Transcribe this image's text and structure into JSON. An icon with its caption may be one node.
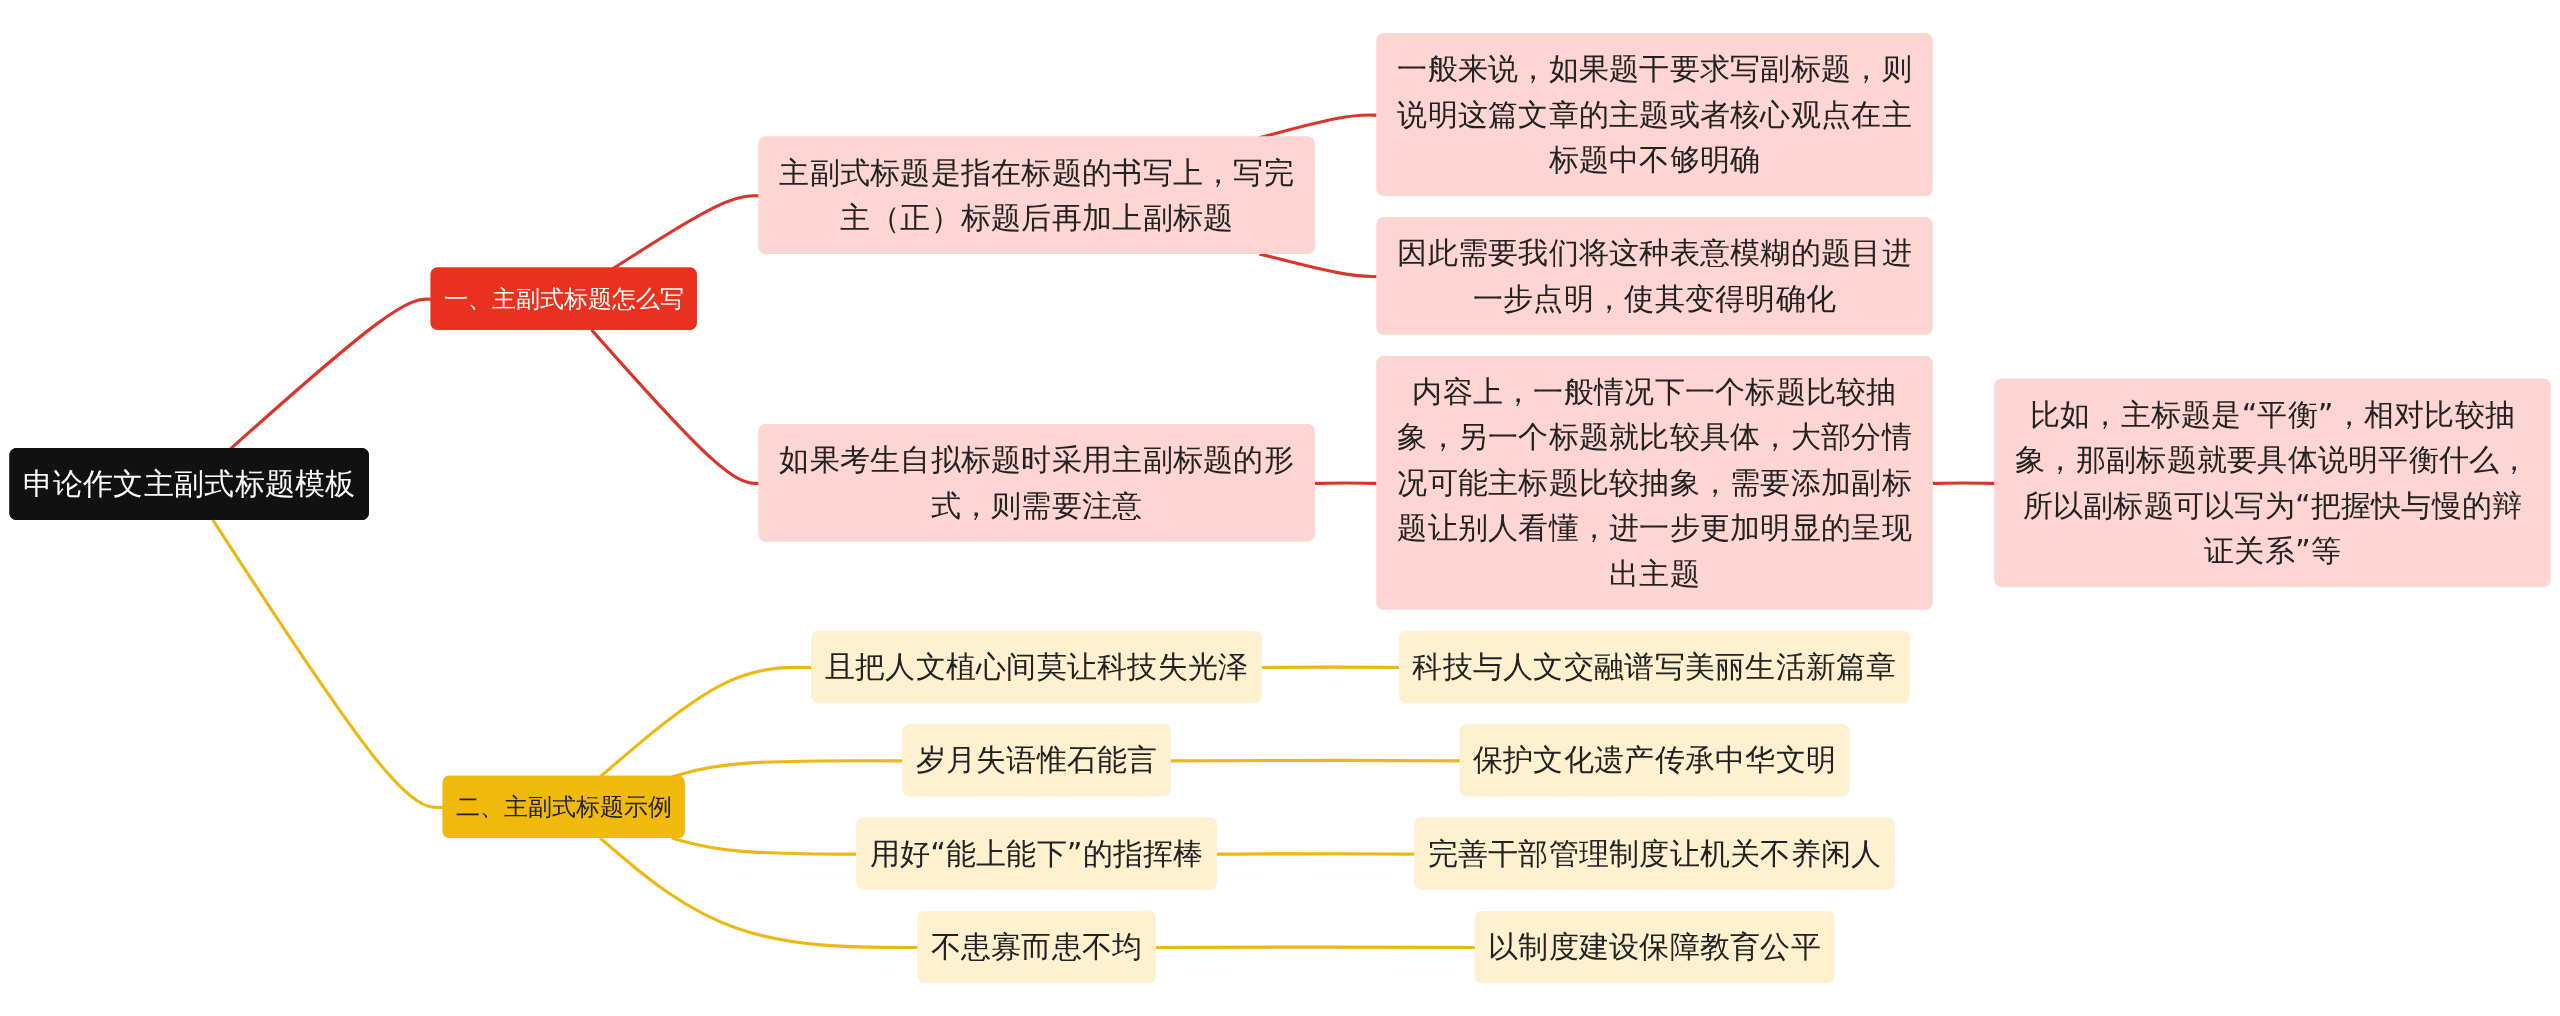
{
  "diagram": {
    "nodes": [
      {
        "text": [
          "申论作文主副式标题模板"
        ]
      },
      {
        "text": [
          "一、主副式标题怎么写"
        ]
      },
      {
        "text": [
          "主副式标题是指在标题的书写上，写完主（正）标题后再加上副标题"
        ]
      },
      {
        "text": [
          "一般来说，如果题干要求写副标题，则说明这篇文章的主题或者核心观点在主标题中不够明确"
        ]
      },
      {
        "text": [
          "因此需要我们将这种表意模糊的题目进一步点明，使其变得明确化"
        ]
      },
      {
        "text": [
          "如果考生自拟标题时采用主副标题的形式，则需要注意"
        ]
      },
      {
        "text": [
          "内容上，一般情况下一个标题比较抽象，另一个标题就比较具体，大部分情况可能主标题比较抽象，需要添加副标题让别人看懂，进一步更加明显的呈现出主题"
        ]
      },
      {
        "text": [
          "比如，主标题是“平衡”，相对比较抽象，那副标题就要具体说明平衡什么，所以副标题可以写为“把握快与慢的辩证关系”等"
        ]
      },
      {
        "text": [
          "二、主副式标题示例"
        ]
      },
      {
        "text": [
          "且把人文植心间莫让科技失光泽"
        ]
      },
      {
        "text": [
          "科技与人文交融谱写美丽生活新篇章"
        ]
      },
      {
        "text": [
          "岁月失语惟石能言"
        ]
      },
      {
        "text": [
          "保护文化遗产传承中华文明"
        ]
      },
      {
        "text": [
          "用好“能上能下”的指挥棒"
        ]
      },
      {
        "text": [
          "完善干部管理制度让机关不养闲人"
        ]
      },
      {
        "text": [
          "不患寡而患不均"
        ]
      },
      {
        "text": [
          "以制度建设保障教育公平"
        ]
      }
    ],
    "edges": [
      {
        "from": 0,
        "to": 1,
        "arrow": "none",
        "color": "#d9362b"
      },
      {
        "from": 1,
        "to": 2,
        "arrow": "none",
        "color": "#d9362b"
      },
      {
        "from": 2,
        "to": 3,
        "arrow": "none",
        "color": "#d9362b"
      },
      {
        "from": 2,
        "to": 4,
        "arrow": "none",
        "color": "#d9362b"
      },
      {
        "from": 1,
        "to": 5,
        "arrow": "none",
        "color": "#d9362b"
      },
      {
        "from": 5,
        "to": 6,
        "arrow": "none",
        "color": "#d9362b"
      },
      {
        "from": 6,
        "to": 7,
        "arrow": "none",
        "color": "#d9362b"
      },
      {
        "from": 0,
        "to": 8,
        "arrow": "none"
      },
      {
        "from": 8,
        "to": 9,
        "arrow": "none"
      },
      {
        "from": 9,
        "to": 10,
        "arrow": "none"
      },
      {
        "from": 8,
        "to": 11,
        "arrow": "none"
      },
      {
        "from": 11,
        "to": 12,
        "arrow": "none"
      },
      {
        "from": 8,
        "to": 13,
        "arrow": "none"
      },
      {
        "from": 13,
        "to": 14,
        "arrow": "none"
      },
      {
        "from": 8,
        "to": 15,
        "arrow": "none"
      },
      {
        "from": 15,
        "to": 16,
        "arrow": "none"
      }
    ]
  }
}
